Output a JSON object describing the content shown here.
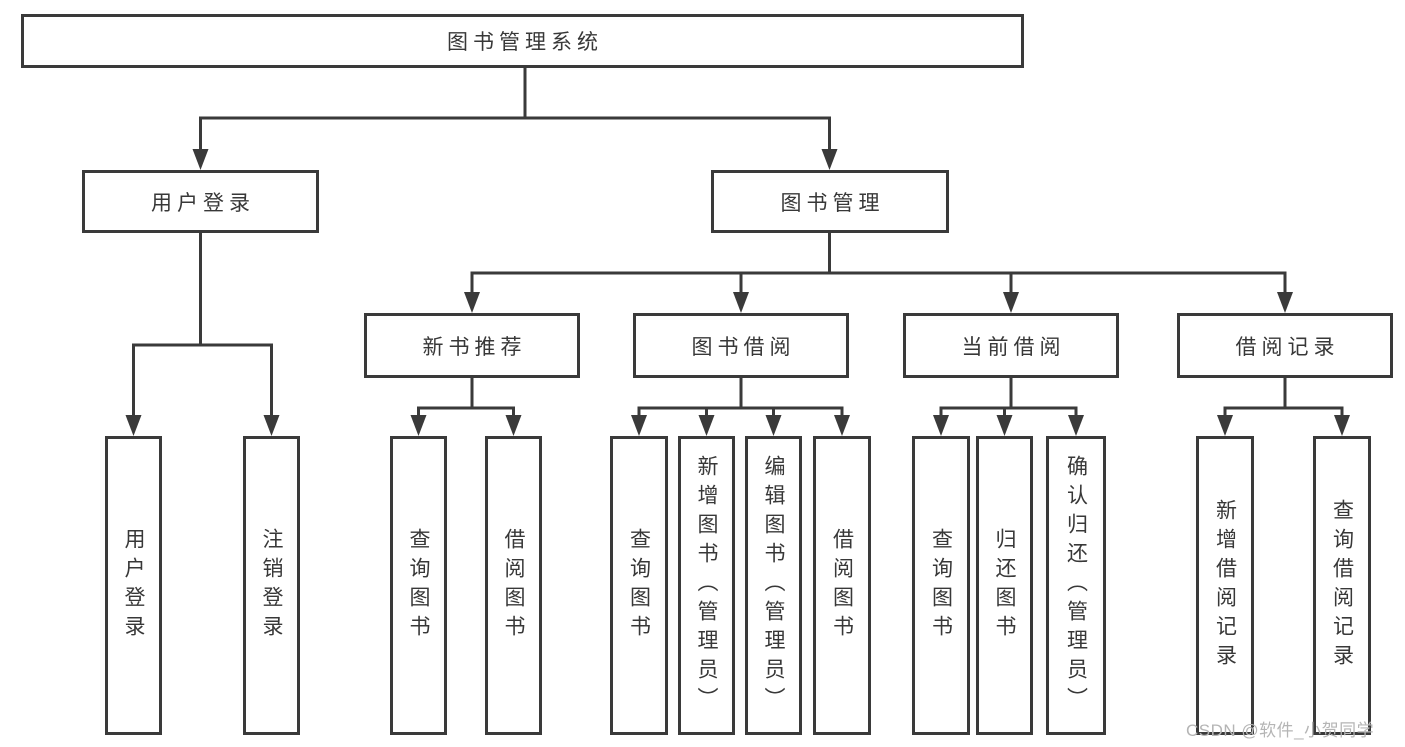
{
  "diagram": {
    "title": "图书管理系统",
    "branches": [
      {
        "label": "用户登录",
        "children": [
          "用户登录",
          "注销登录"
        ]
      },
      {
        "label": "图书管理",
        "sections": [
          {
            "label": "新书推荐",
            "children": [
              "查询图书",
              "借阅图书"
            ]
          },
          {
            "label": "图书借阅",
            "children": [
              "查询图书",
              "新增图书（管理员）",
              "编辑图书（管理员）",
              "借阅图书"
            ]
          },
          {
            "label": "当前借阅",
            "children": [
              "查询图书",
              "归还图书",
              "确认归还（管理员）"
            ]
          },
          {
            "label": "借阅记录",
            "children": [
              "新增借阅记录",
              "查询借阅记录"
            ]
          }
        ]
      }
    ]
  },
  "watermark": "CSDN @软件_小贺同学",
  "colors": {
    "line": "#3a3a3a",
    "text": "#383838",
    "watermark": "#b5b5b5",
    "background": "#ffffff"
  }
}
